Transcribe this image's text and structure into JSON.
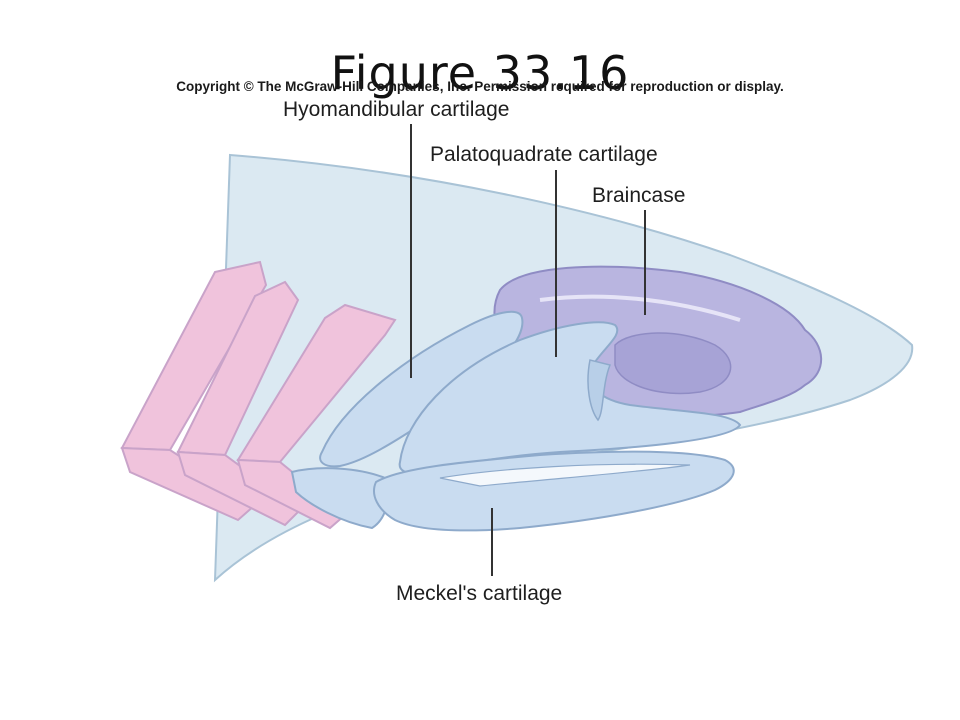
{
  "slide": {
    "title": "Figure 33.16",
    "copyright": "Copyright © The McGraw-Hill Companies, Inc. Permission required for reproduction or display."
  },
  "diagram": {
    "labels": {
      "hyomandibular": "Hyomandibular cartilage",
      "palatoquadrate": "Palatoquadrate cartilage",
      "braincase": "Braincase",
      "meckels": "Meckel's cartilage"
    }
  },
  "colors": {
    "head_fill": "#dbe9f2",
    "head_outline": "#a9c3d6",
    "braincase": "#b9b5e0",
    "cartilage": "#c9dcf0",
    "gill_arch": "#f0c3dc",
    "gill_outline": "#c9a3c9",
    "leader_line": "#333333"
  }
}
